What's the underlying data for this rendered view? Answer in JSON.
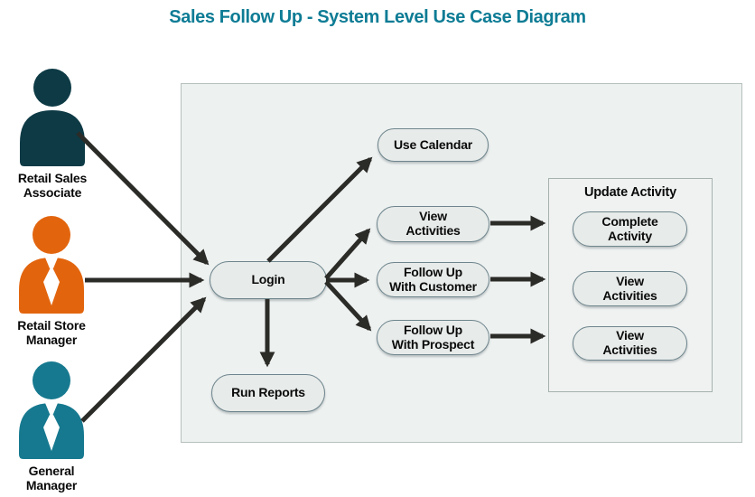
{
  "title": "Sales Follow Up - System Level Use Case Diagram",
  "colors": {
    "title_text": "#0e7c95",
    "actor_retail_sales_associate": "#0d3a45",
    "actor_retail_store_manager": "#e2650e",
    "actor_general_manager": "#16798f",
    "tie": "#ffffff",
    "arrow": "#2b2b28",
    "system_boundary_fill": "#edf1f0",
    "use_case_fill": "#e7ebe9",
    "use_case_border": "#6e858d"
  },
  "actors": [
    {
      "id": "retail-sales-associate",
      "label": "Retail Sales\nAssociate",
      "color": "#0d3a45",
      "has_tie": false
    },
    {
      "id": "retail-store-manager",
      "label": "Retail Store\nManager",
      "color": "#e2650e",
      "has_tie": true
    },
    {
      "id": "general-manager",
      "label": "General\nManager",
      "color": "#16798f",
      "has_tie": true
    }
  ],
  "system": {
    "use_cases": {
      "login": "Login",
      "use_calendar": "Use Calendar",
      "view_activities": "View\nActivities",
      "follow_up_customer": "Follow Up\nWith Customer",
      "follow_up_prospect": "Follow Up\nWith Prospect",
      "run_reports": "Run Reports"
    },
    "update_activity_group": {
      "title": "Update Activity",
      "use_cases": {
        "complete_activity": "Complete\nActivity",
        "view_activities_1": "View\nActivities",
        "view_activities_2": "View\nActivities"
      }
    }
  },
  "connections": [
    {
      "from": "retail-sales-associate",
      "to": "login"
    },
    {
      "from": "retail-store-manager",
      "to": "login"
    },
    {
      "from": "general-manager",
      "to": "login"
    },
    {
      "from": "login",
      "to": "use-calendar"
    },
    {
      "from": "login",
      "to": "view-activities"
    },
    {
      "from": "login",
      "to": "follow-up-with-customer"
    },
    {
      "from": "login",
      "to": "follow-up-with-prospect"
    },
    {
      "from": "login",
      "to": "run-reports"
    },
    {
      "from": "view-activities",
      "to": "complete-activity"
    },
    {
      "from": "follow-up-with-customer",
      "to": "view-activities-1"
    },
    {
      "from": "follow-up-with-prospect",
      "to": "view-activities-2"
    }
  ]
}
